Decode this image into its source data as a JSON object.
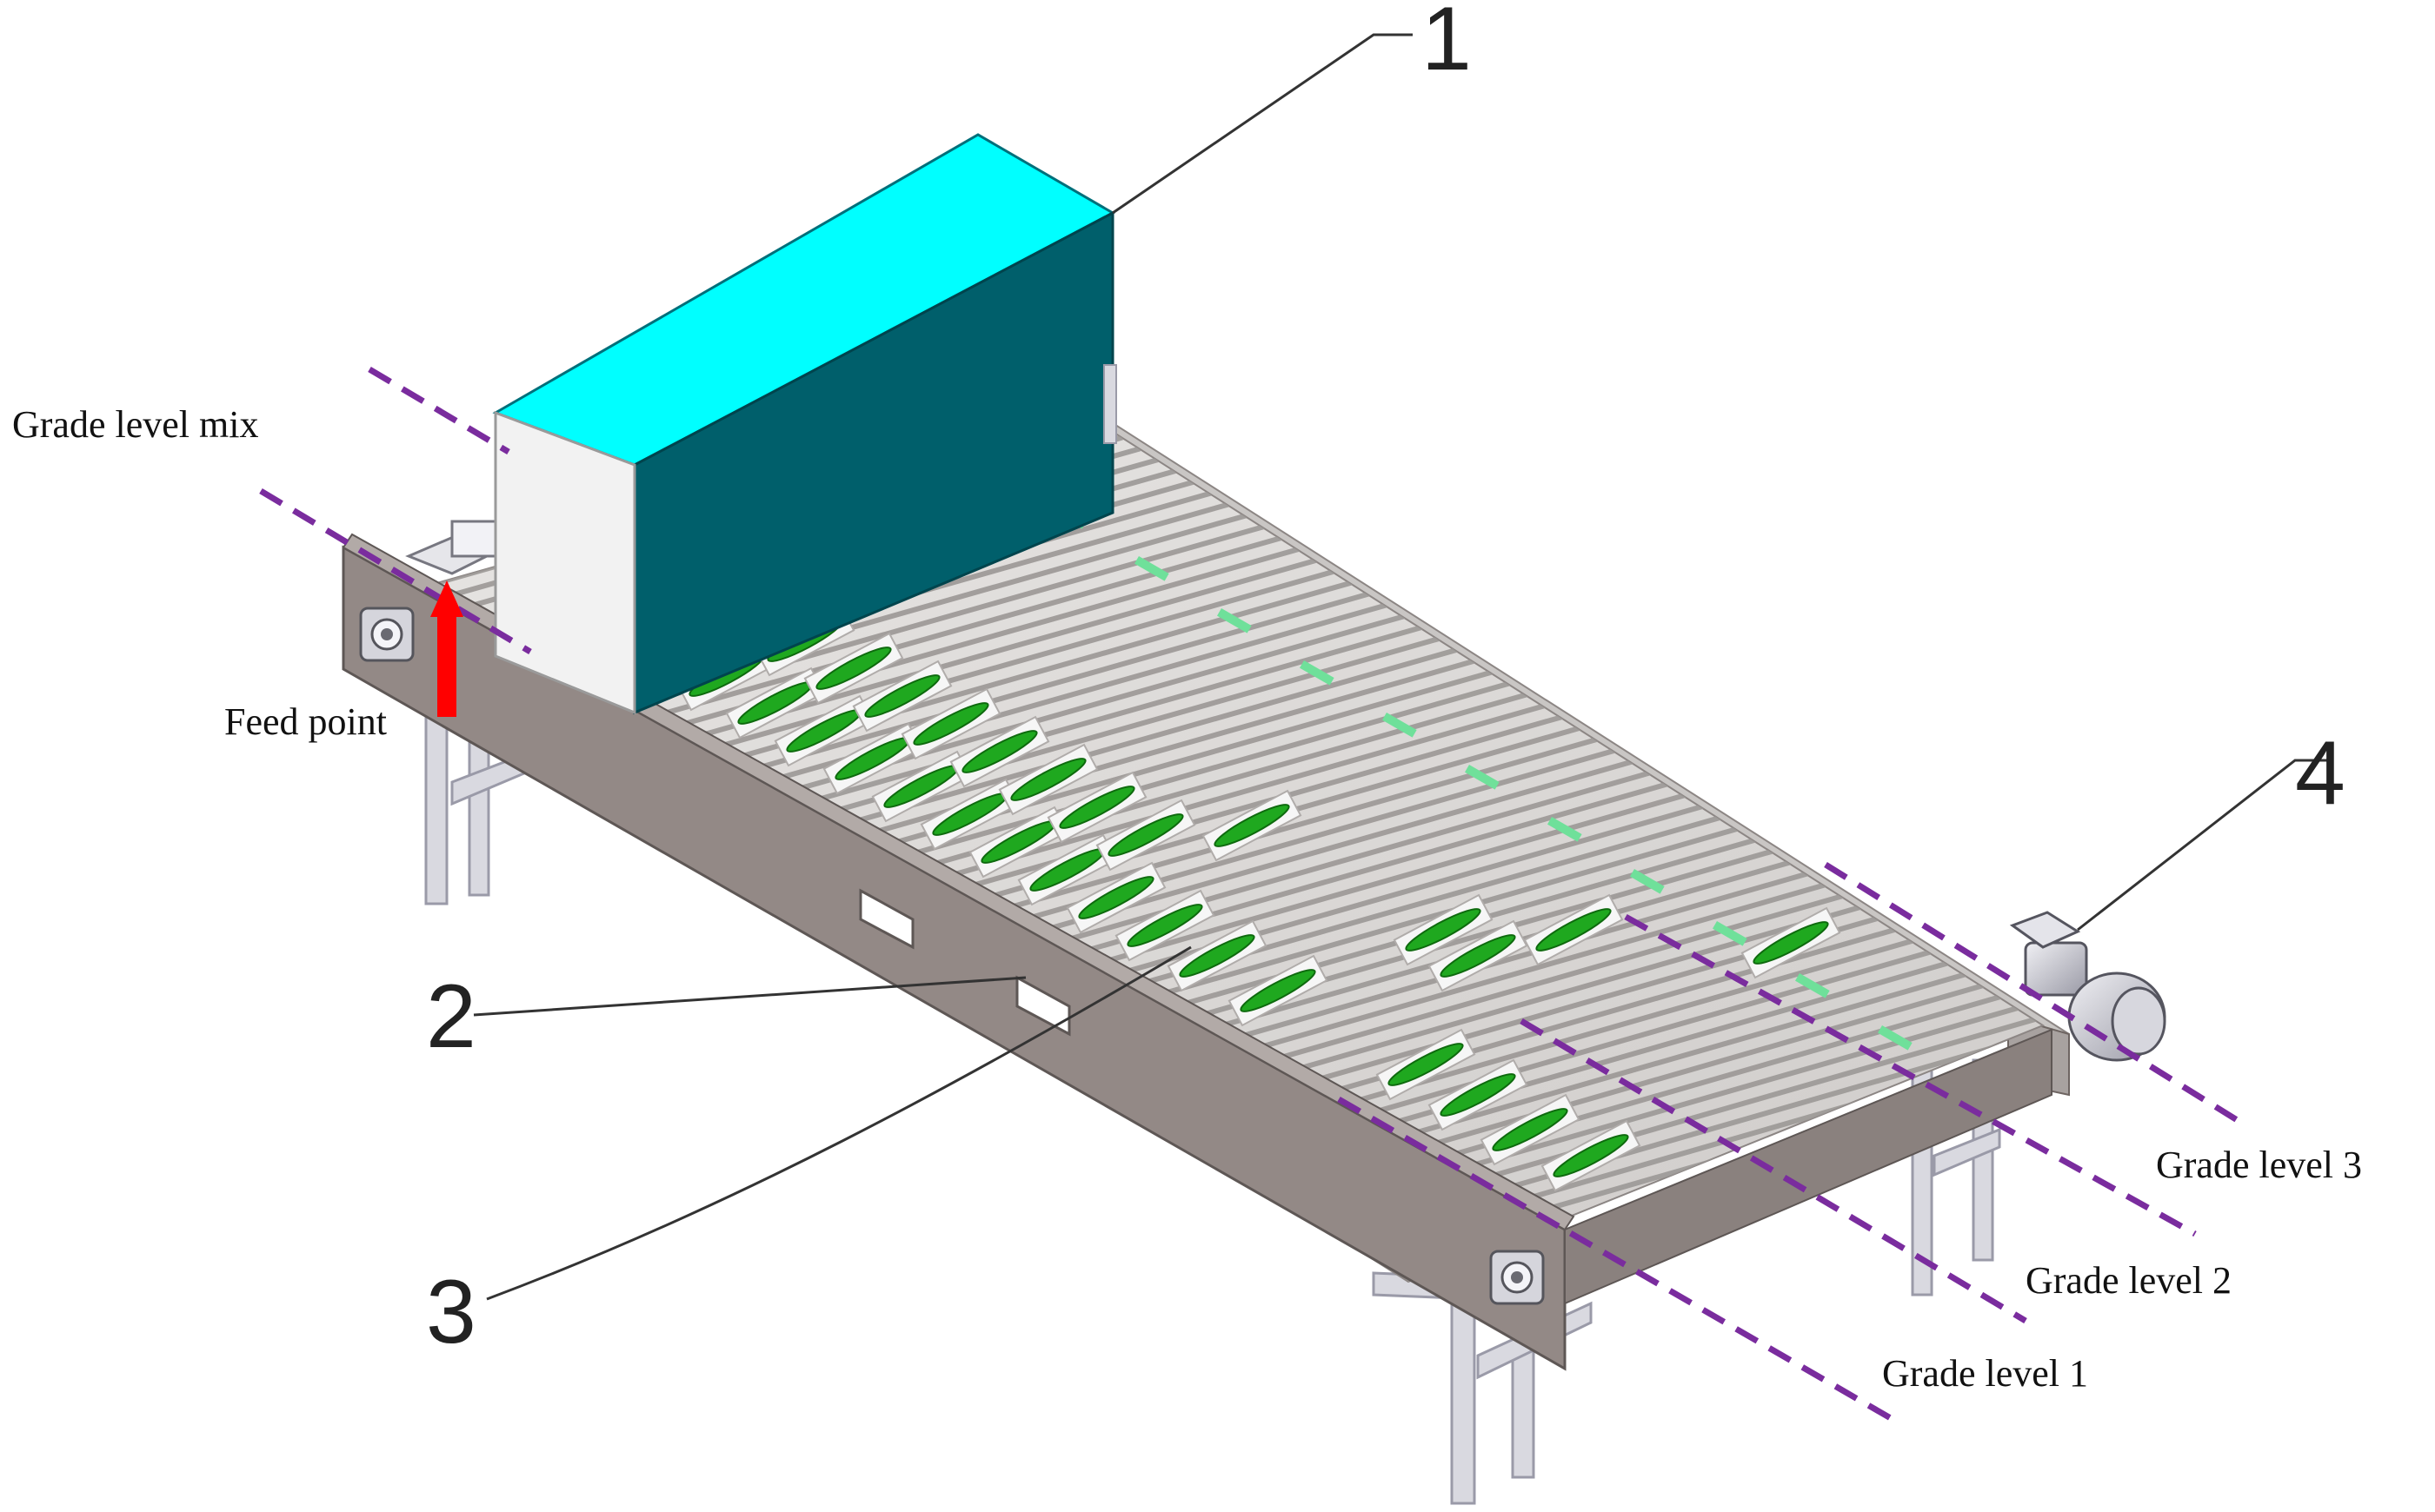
{
  "labels": {
    "grade_mix": "Grade level mix",
    "feed_point": "Feed point",
    "grade_1": "Grade level 1",
    "grade_2": "Grade level 2",
    "grade_3": "Grade level 3"
  },
  "callouts": {
    "c1": "1",
    "c2": "2",
    "c3": "3",
    "c4": "4"
  },
  "colors": {
    "frame": "#938986",
    "frame_dark": "#6e6562",
    "camera_top": "#00ffff",
    "camera_front": "#005f6b",
    "camera_end": "#f2f2f2",
    "cucumber": "#1fa81f",
    "roller": "#d7d4d2",
    "grade_line": "#7a2c9e",
    "arrow": "#ff0000",
    "leg": "#d9d9e0"
  }
}
